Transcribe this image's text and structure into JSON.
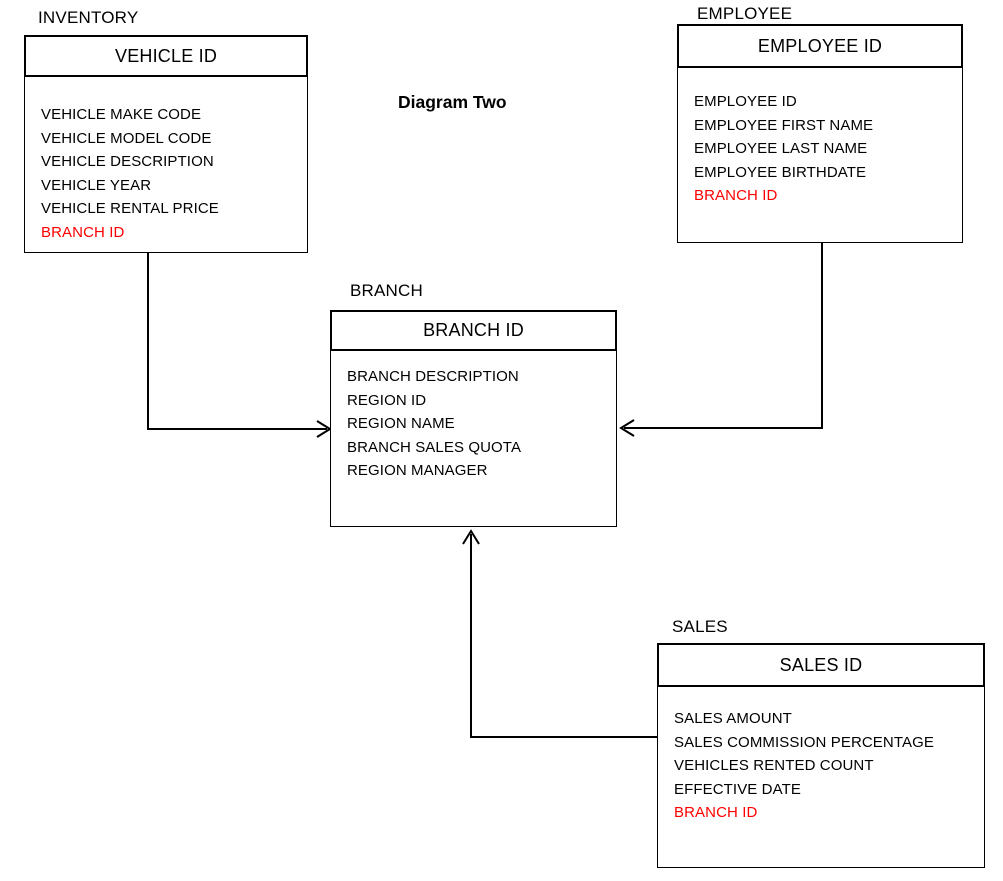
{
  "title": "Diagram Two",
  "colors": {
    "text": "#000000",
    "foreign_key": "#ff0000",
    "line": "#000000",
    "background": "#ffffff"
  },
  "entities": [
    {
      "name": "INVENTORY",
      "key": "VEHICLE ID",
      "attributes": [
        {
          "text": "VEHICLE MAKE CODE",
          "fk": false
        },
        {
          "text": "VEHICLE MODEL CODE",
          "fk": false
        },
        {
          "text": "VEHICLE DESCRIPTION",
          "fk": false
        },
        {
          "text": "VEHICLE YEAR",
          "fk": false
        },
        {
          "text": "VEHICLE RENTAL PRICE",
          "fk": false
        },
        {
          "text": "BRANCH ID",
          "fk": true
        }
      ]
    },
    {
      "name": "EMPLOYEE",
      "key": "EMPLOYEE ID",
      "attributes": [
        {
          "text": "EMPLOYEE ID",
          "fk": false
        },
        {
          "text": "EMPLOYEE FIRST NAME",
          "fk": false
        },
        {
          "text": "EMPLOYEE LAST NAME",
          "fk": false
        },
        {
          "text": "EMPLOYEE BIRTHDATE",
          "fk": false
        },
        {
          "text": "BRANCH ID",
          "fk": true
        }
      ]
    },
    {
      "name": "BRANCH",
      "key": "BRANCH ID",
      "attributes": [
        {
          "text": "BRANCH DESCRIPTION",
          "fk": false
        },
        {
          "text": "REGION ID",
          "fk": false
        },
        {
          "text": "REGION NAME",
          "fk": false
        },
        {
          "text": "BRANCH SALES QUOTA",
          "fk": false
        },
        {
          "text": "REGION MANAGER",
          "fk": false
        }
      ]
    },
    {
      "name": "SALES",
      "key": "SALES ID",
      "attributes": [
        {
          "text": "SALES AMOUNT",
          "fk": false
        },
        {
          "text": "SALES COMMISSION PERCENTAGE",
          "fk": false
        },
        {
          "text": "VEHICLES RENTED COUNT",
          "fk": false
        },
        {
          "text": "EFFECTIVE DATE",
          "fk": false
        },
        {
          "text": "BRANCH ID",
          "fk": true
        }
      ]
    }
  ],
  "connectors": [
    {
      "from": "INVENTORY",
      "to": "BRANCH"
    },
    {
      "from": "EMPLOYEE",
      "to": "BRANCH"
    },
    {
      "from": "SALES",
      "to": "BRANCH"
    }
  ]
}
